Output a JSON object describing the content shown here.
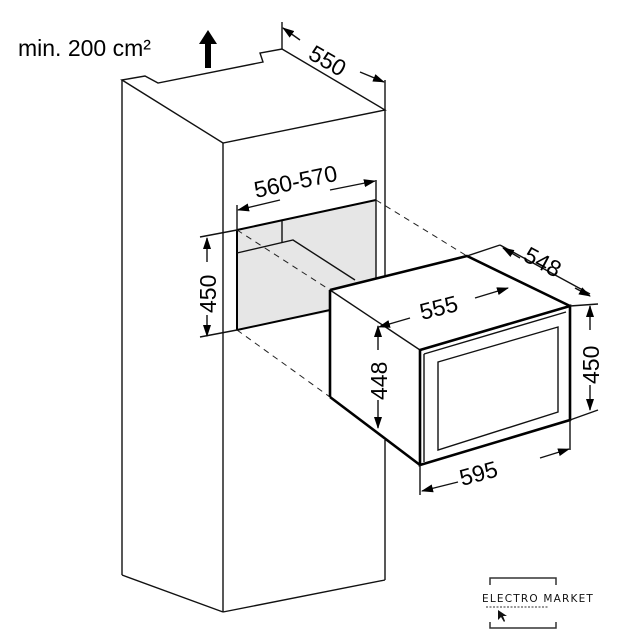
{
  "diagram": {
    "ventilation_label": "min. 200 cm²",
    "dimensions": {
      "cabinet_depth": "550",
      "niche_width": "560-570",
      "niche_height": "450",
      "appliance_inner_width": "555",
      "appliance_depth": "548",
      "appliance_body_height": "448",
      "appliance_front_height": "450",
      "appliance_front_width": "595"
    }
  },
  "watermark": {
    "brand": "ELECTRO MARKET"
  },
  "colors": {
    "niche_fill": "#e6e6e6",
    "line": "#111111"
  }
}
